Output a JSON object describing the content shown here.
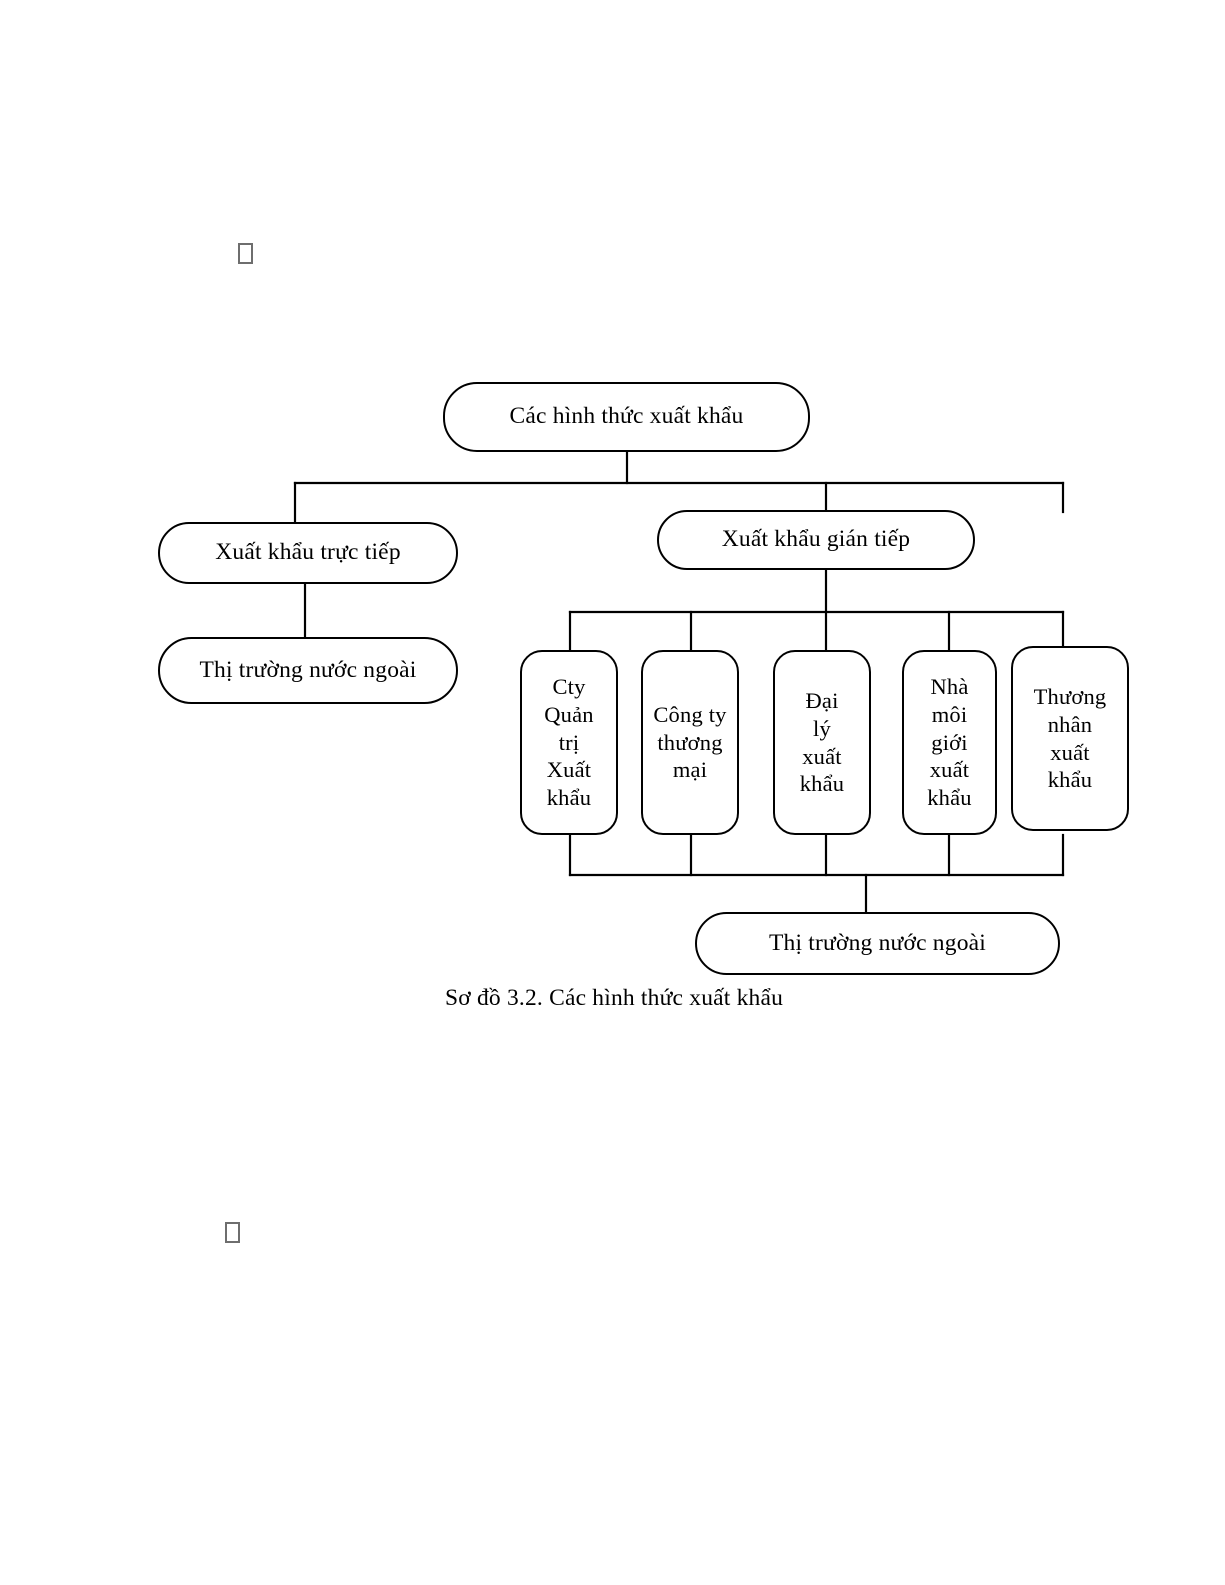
{
  "document": {
    "caption": "Sơ đồ 3.2. Các hình thức xuất khẩu",
    "marker_glyph": "",
    "line_color": "#000000",
    "box_border_color": "#000000",
    "background_color": "#ffffff",
    "marker_color": "#6e6e6e"
  },
  "diagram": {
    "type": "tree",
    "title": "Các hình thức xuất khẩu",
    "nodes": {
      "root": {
        "label": "Các hình thức xuất khẩu"
      },
      "direct": {
        "label": "Xuất khẩu trực tiếp"
      },
      "indirect": {
        "label": "Xuất khẩu gián tiếp"
      },
      "direct_market": {
        "label": "Thị trường nước ngoài"
      },
      "indirect_market": {
        "label": "Thị trường nước ngoài"
      },
      "intermediaries": [
        {
          "label": "Cty\nQuản\ntrị\nXuất\nkhẩu"
        },
        {
          "label": "Công ty\nthương\nmại"
        },
        {
          "label": "Đại\nlý\nxuất\nkhẩu"
        },
        {
          "label": "Nhà\nmôi\ngiới\nxuất\nkhẩu"
        },
        {
          "label": "Thương\nnhân\nxuất\nkhẩu"
        }
      ]
    }
  }
}
